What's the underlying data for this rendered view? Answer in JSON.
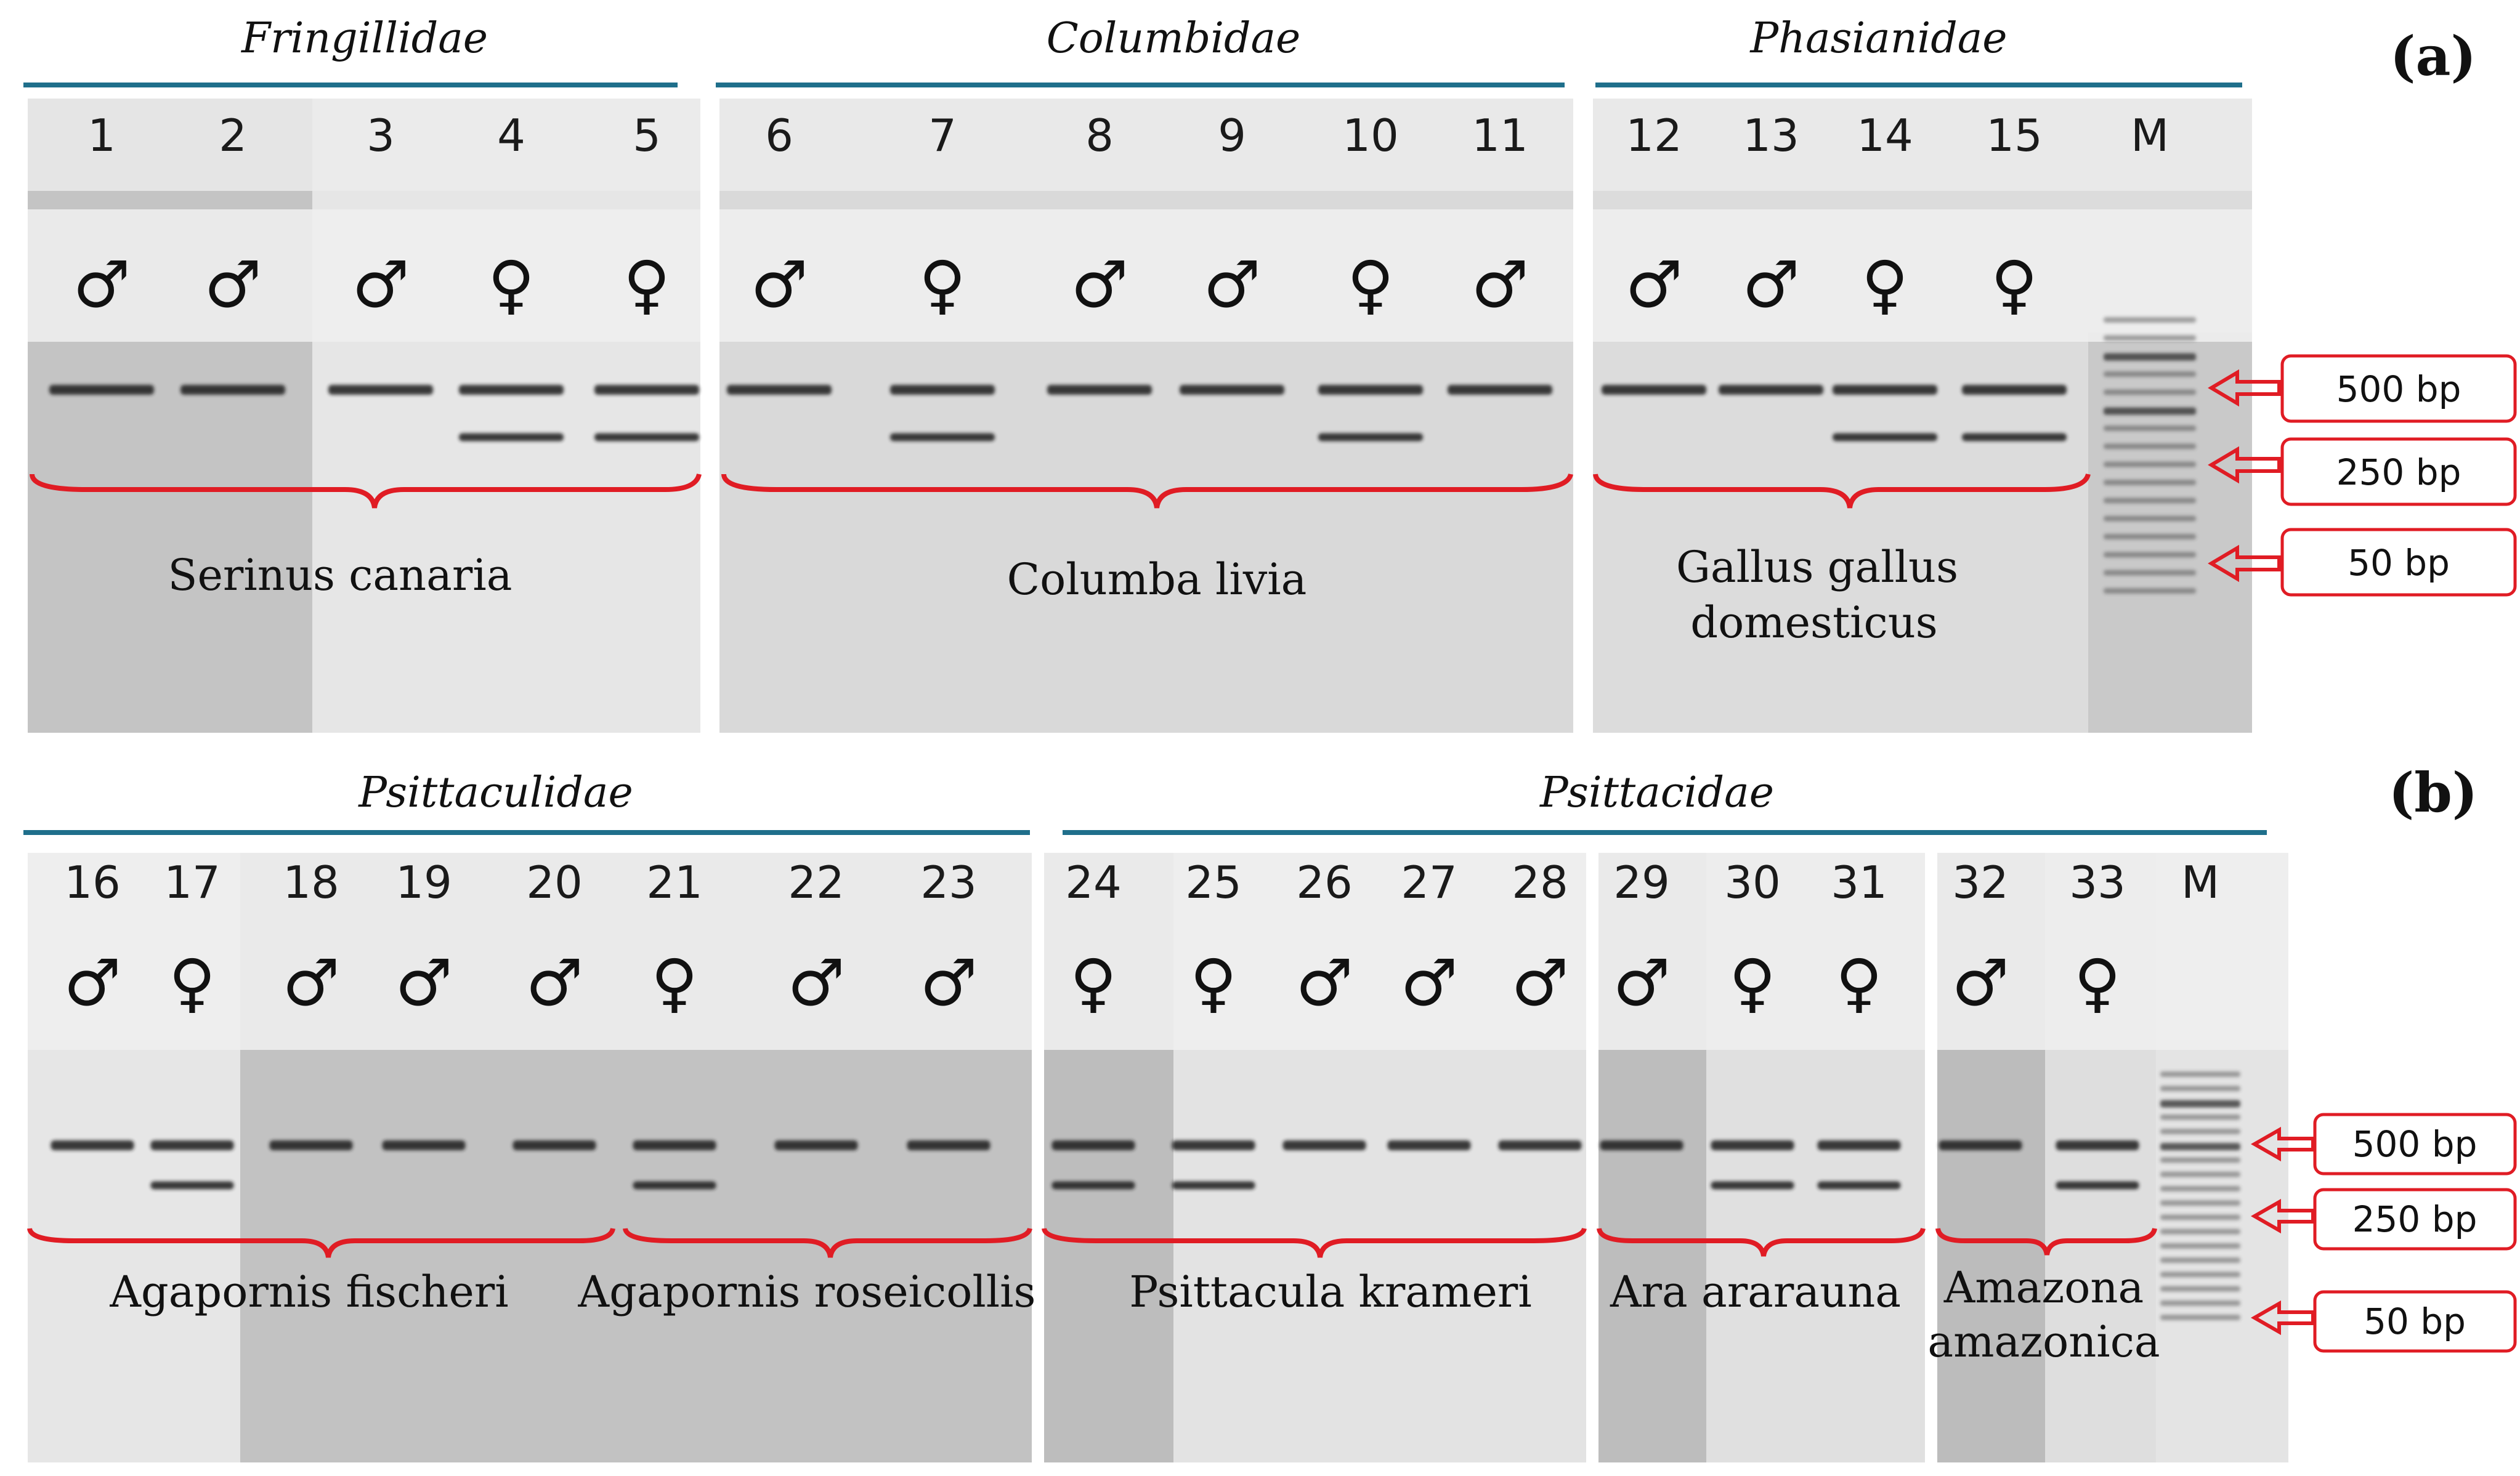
{
  "panel_a": {
    "tag": "(a)",
    "families": [
      "Fringillidae",
      "Columbidae",
      "Phasianidae"
    ],
    "lanes": [
      {
        "num": "1",
        "sex": "♂",
        "bands": [
          500
        ]
      },
      {
        "num": "2",
        "sex": "♂",
        "bands": [
          500
        ]
      },
      {
        "num": "3",
        "sex": "♂",
        "bands": [
          500
        ]
      },
      {
        "num": "4",
        "sex": "♀",
        "bands": [
          500,
          300
        ]
      },
      {
        "num": "5",
        "sex": "♀",
        "bands": [
          500,
          300
        ]
      },
      {
        "num": "6",
        "sex": "♂",
        "bands": [
          500
        ]
      },
      {
        "num": "7",
        "sex": "♀",
        "bands": [
          500,
          300
        ]
      },
      {
        "num": "8",
        "sex": "♂",
        "bands": [
          500
        ]
      },
      {
        "num": "9",
        "sex": "♂",
        "bands": [
          500
        ]
      },
      {
        "num": "10",
        "sex": "♀",
        "bands": [
          500,
          300
        ]
      },
      {
        "num": "11",
        "sex": "♂",
        "bands": [
          500
        ]
      },
      {
        "num": "12",
        "sex": "♂",
        "bands": [
          500
        ]
      },
      {
        "num": "13",
        "sex": "♂",
        "bands": [
          500
        ]
      },
      {
        "num": "14",
        "sex": "♀",
        "bands": [
          500,
          300
        ]
      },
      {
        "num": "15",
        "sex": "♀",
        "bands": [
          500,
          300
        ]
      }
    ],
    "marker": "M",
    "species": [
      "Serinus canaria",
      "Columba livia",
      "Gallus gallus",
      "domesticus"
    ],
    "bp_labels": [
      "500 bp",
      "250 bp",
      "50 bp"
    ]
  },
  "panel_b": {
    "tag": "(b)",
    "families": [
      "Psittaculidae",
      "Psittacidae"
    ],
    "lanes": [
      {
        "num": "16",
        "sex": "♂",
        "bands": [
          500
        ]
      },
      {
        "num": "17",
        "sex": "♀",
        "bands": [
          500,
          300
        ]
      },
      {
        "num": "18",
        "sex": "♂",
        "bands": [
          500
        ]
      },
      {
        "num": "19",
        "sex": "♂",
        "bands": [
          500
        ]
      },
      {
        "num": "20",
        "sex": "♂",
        "bands": [
          500
        ]
      },
      {
        "num": "21",
        "sex": "♀",
        "bands": [
          500,
          300
        ]
      },
      {
        "num": "22",
        "sex": "♂",
        "bands": [
          500
        ]
      },
      {
        "num": "23",
        "sex": "♂",
        "bands": [
          500
        ]
      },
      {
        "num": "24",
        "sex": "♀",
        "bands": [
          500,
          300
        ]
      },
      {
        "num": "25",
        "sex": "♀",
        "bands": [
          500,
          300
        ]
      },
      {
        "num": "26",
        "sex": "♂",
        "bands": [
          500
        ]
      },
      {
        "num": "27",
        "sex": "♂",
        "bands": [
          500
        ]
      },
      {
        "num": "28",
        "sex": "♂",
        "bands": [
          500
        ]
      },
      {
        "num": "29",
        "sex": "♂",
        "bands": [
          500
        ]
      },
      {
        "num": "30",
        "sex": "♀",
        "bands": [
          500,
          300
        ]
      },
      {
        "num": "31",
        "sex": "♀",
        "bands": [
          500,
          300
        ]
      },
      {
        "num": "32",
        "sex": "♂",
        "bands": [
          500
        ]
      },
      {
        "num": "33",
        "sex": "♀",
        "bands": [
          500,
          300
        ]
      }
    ],
    "marker": "M",
    "species": [
      "Agapornis fischeri",
      "Agapornis roseicollis",
      "Psittacula krameri",
      "Ara ararauna",
      "Amazona",
      "amazonica"
    ],
    "bp_labels": [
      "500 bp",
      "250 bp",
      "50 bp"
    ]
  },
  "colors": {
    "family_rule": "#1f6f8b",
    "brace": "#e01c24",
    "arrow": "#e01c24",
    "gel_light": "#e4e4e4",
    "gel_dark": "#bcbcbc",
    "band": "#1c1c1c"
  }
}
